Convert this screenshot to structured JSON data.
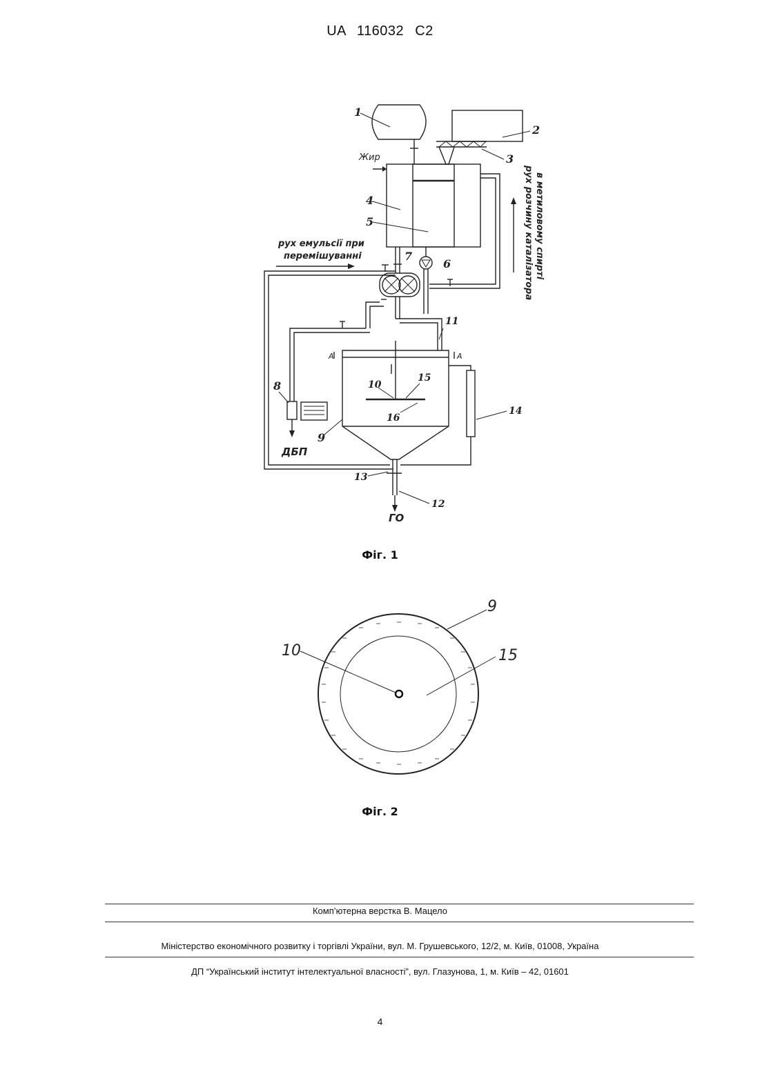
{
  "header": {
    "text": "UA 116032 C2"
  },
  "figure1": {
    "caption": "Фіг. 1",
    "numerals": [
      "1",
      "2",
      "3",
      "4",
      "5",
      "6",
      "7",
      "8",
      "9",
      "10",
      "11",
      "12",
      "13",
      "14",
      "15",
      "16"
    ],
    "labels": {
      "fat": "Жир",
      "emulsion_line1": "рух емульсії при",
      "emulsion_line2": "перемішуванні",
      "catalyst_line1": "рух розчину каталізатора",
      "catalyst_line2": "в метиловому спирті",
      "dbp": "ДБП",
      "go": "ГО",
      "section_a": "A"
    }
  },
  "figure2": {
    "caption": "Фіг. 2",
    "numerals": [
      "9",
      "10",
      "15"
    ]
  },
  "footer": {
    "layout": "Комп’ютерна верстка В. Мацело",
    "ministry": "Міністерство економічного розвитку і торгівлі України, вул. М. Грушевського, 12/2, м. Київ, 01008, Україна",
    "institute": "ДП “Український інститут інтелектуальної власності”, вул. Глазунова, 1, м. Київ – 42, 01601"
  },
  "page_number": "4"
}
